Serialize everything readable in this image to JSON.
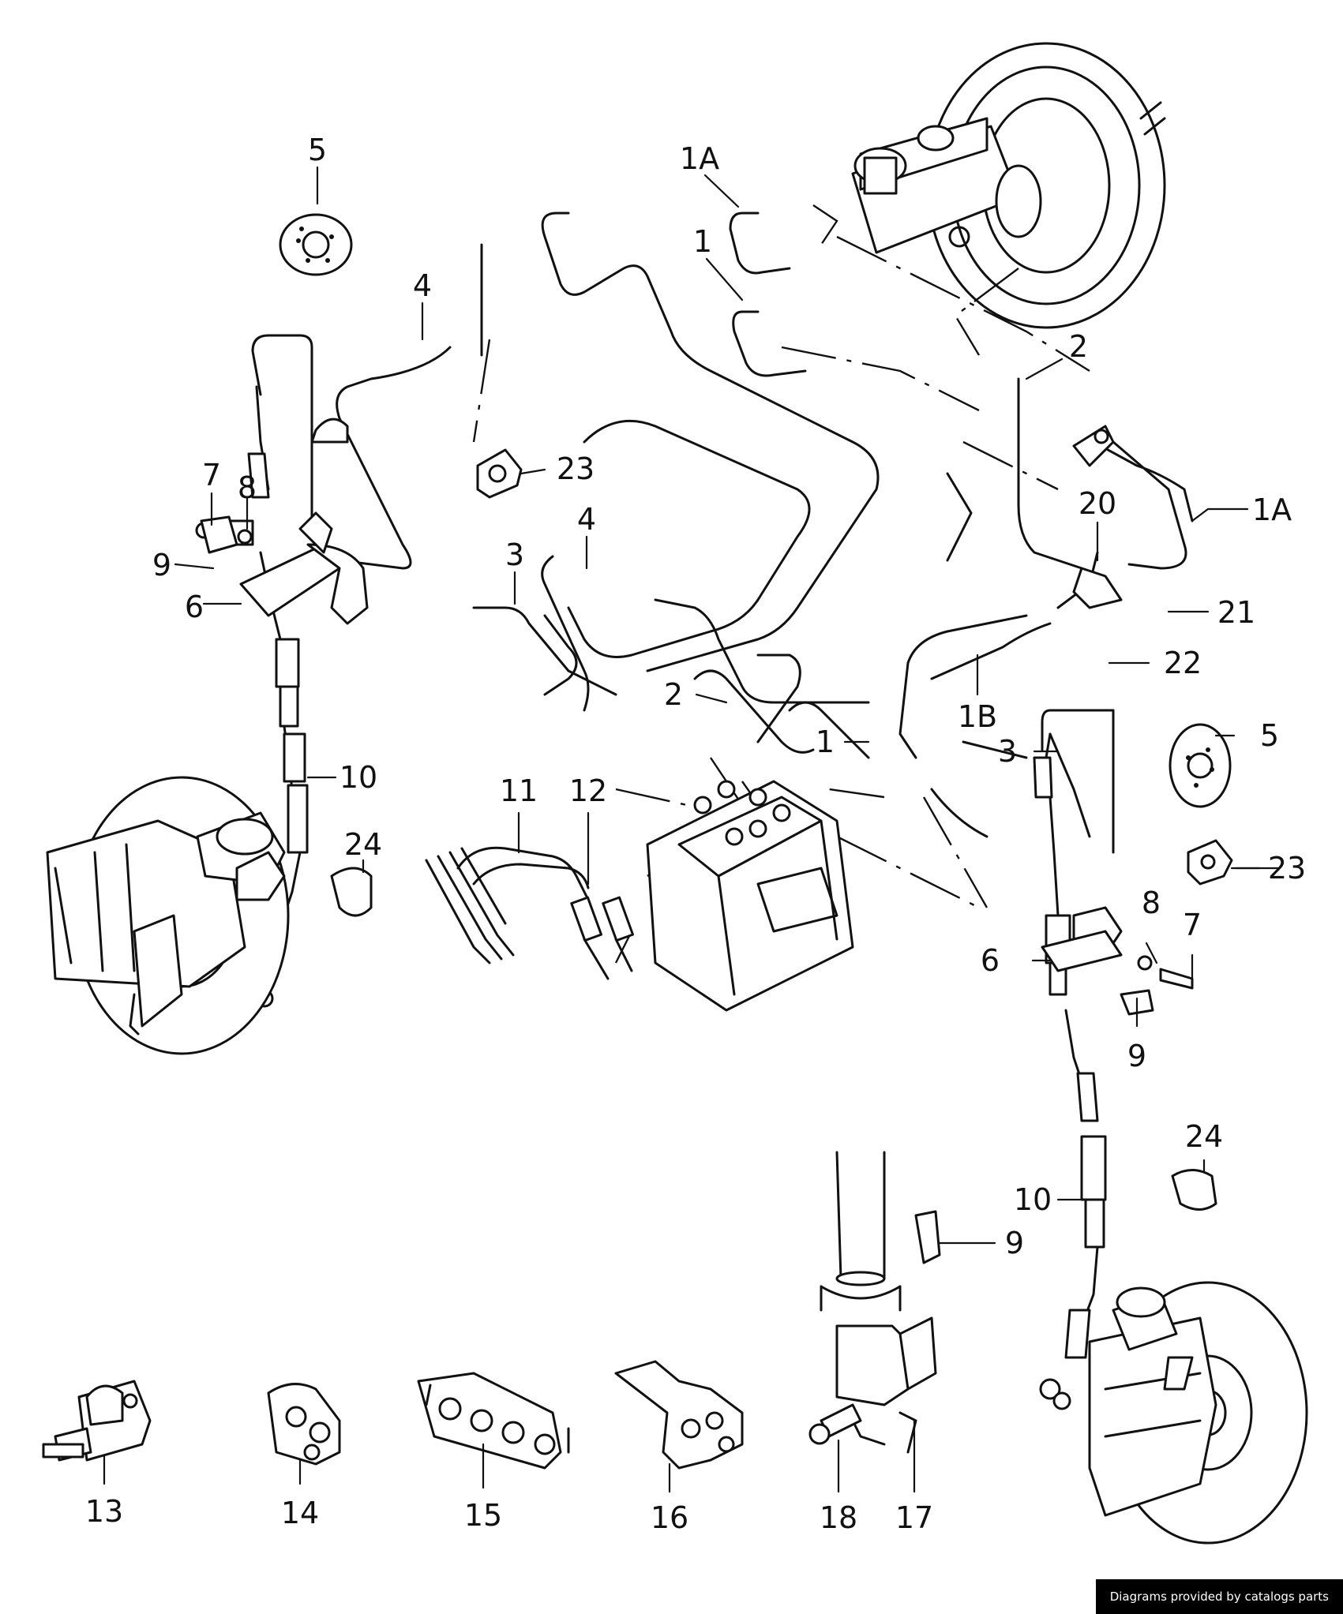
{
  "diagram": {
    "callouts": [
      {
        "id": "c5a",
        "label": "5"
      },
      {
        "id": "c1Aa",
        "label": "1A"
      },
      {
        "id": "c1a",
        "label": "1"
      },
      {
        "id": "c4a",
        "label": "4"
      },
      {
        "id": "c2a",
        "label": "2"
      },
      {
        "id": "c23a",
        "label": "23"
      },
      {
        "id": "c7a",
        "label": "7"
      },
      {
        "id": "c8a",
        "label": "8"
      },
      {
        "id": "c9a",
        "label": "9"
      },
      {
        "id": "c6a",
        "label": "6"
      },
      {
        "id": "c20",
        "label": "20"
      },
      {
        "id": "c1Ab",
        "label": "1A"
      },
      {
        "id": "c3a",
        "label": "3"
      },
      {
        "id": "c4b",
        "label": "4"
      },
      {
        "id": "c21",
        "label": "21"
      },
      {
        "id": "c22",
        "label": "22"
      },
      {
        "id": "c2b",
        "label": "2"
      },
      {
        "id": "c1B",
        "label": "1B"
      },
      {
        "id": "c5b",
        "label": "5"
      },
      {
        "id": "c3b",
        "label": "3"
      },
      {
        "id": "c1b",
        "label": "1"
      },
      {
        "id": "c10a",
        "label": "10"
      },
      {
        "id": "c11",
        "label": "11"
      },
      {
        "id": "c12",
        "label": "12"
      },
      {
        "id": "c24a",
        "label": "24"
      },
      {
        "id": "c23b",
        "label": "23"
      },
      {
        "id": "c8b",
        "label": "8"
      },
      {
        "id": "c7b",
        "label": "7"
      },
      {
        "id": "c6b",
        "label": "6"
      },
      {
        "id": "c9b",
        "label": "9"
      },
      {
        "id": "c24b",
        "label": "24"
      },
      {
        "id": "c10b",
        "label": "10"
      },
      {
        "id": "c9c",
        "label": "9"
      },
      {
        "id": "c13",
        "label": "13"
      },
      {
        "id": "c14",
        "label": "14"
      },
      {
        "id": "c15",
        "label": "15"
      },
      {
        "id": "c16",
        "label": "16"
      },
      {
        "id": "c18",
        "label": "18"
      },
      {
        "id": "c17",
        "label": "17"
      }
    ]
  },
  "credit": "Diagrams provided by catalogs parts"
}
